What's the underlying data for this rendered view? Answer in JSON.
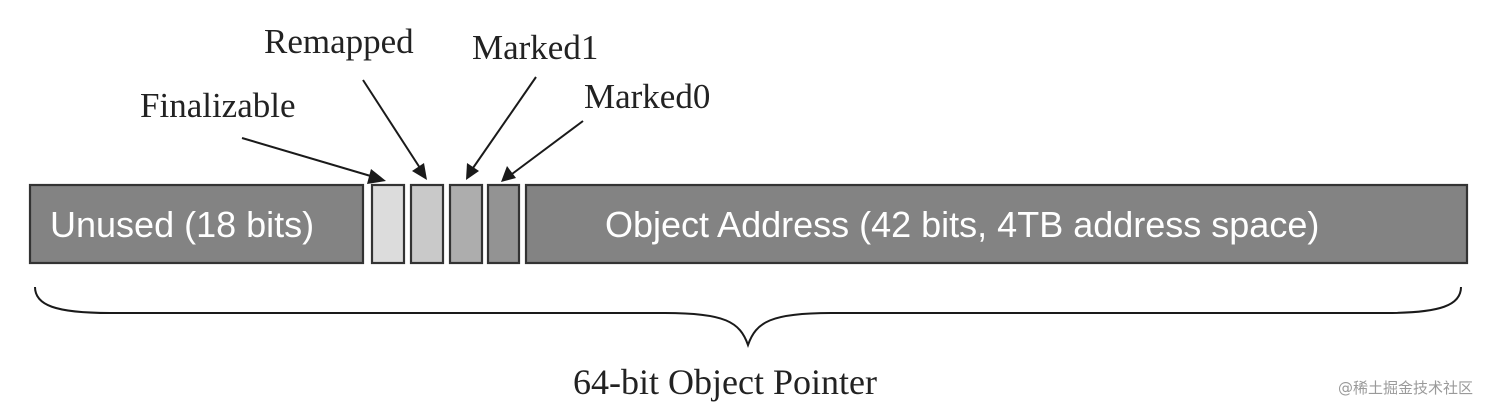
{
  "pointer": {
    "caption": "64-bit Object Pointer",
    "unused_label": "Unused (18 bits)",
    "address_label": "Object Address (42 bits, 4TB address space)"
  },
  "flags": {
    "finalizable": "Finalizable",
    "remapped": "Remapped",
    "marked1": "Marked1",
    "marked0": "Marked0"
  },
  "colors": {
    "main_segment": "#838383",
    "finalizable_bit": "#dcdcdc",
    "remapped_bit": "#c9c9c9",
    "marked1_bit": "#adadad",
    "marked0_bit": "#939393"
  },
  "watermark": "@稀土掘金技术社区"
}
